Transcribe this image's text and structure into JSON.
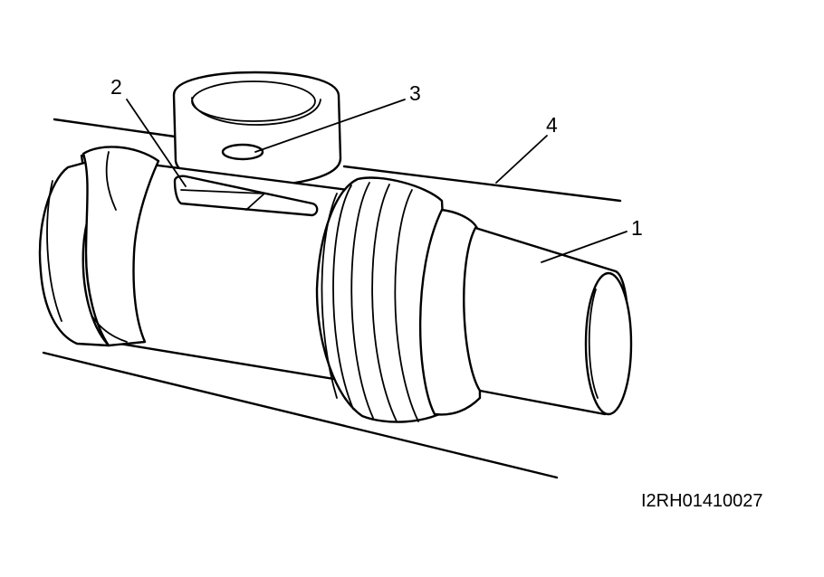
{
  "callouts": [
    {
      "id": "1",
      "text": "1"
    },
    {
      "id": "2",
      "text": "2"
    },
    {
      "id": "3",
      "text": "3"
    },
    {
      "id": "4",
      "text": "4"
    }
  ],
  "figure_code": "I2RH01410027"
}
